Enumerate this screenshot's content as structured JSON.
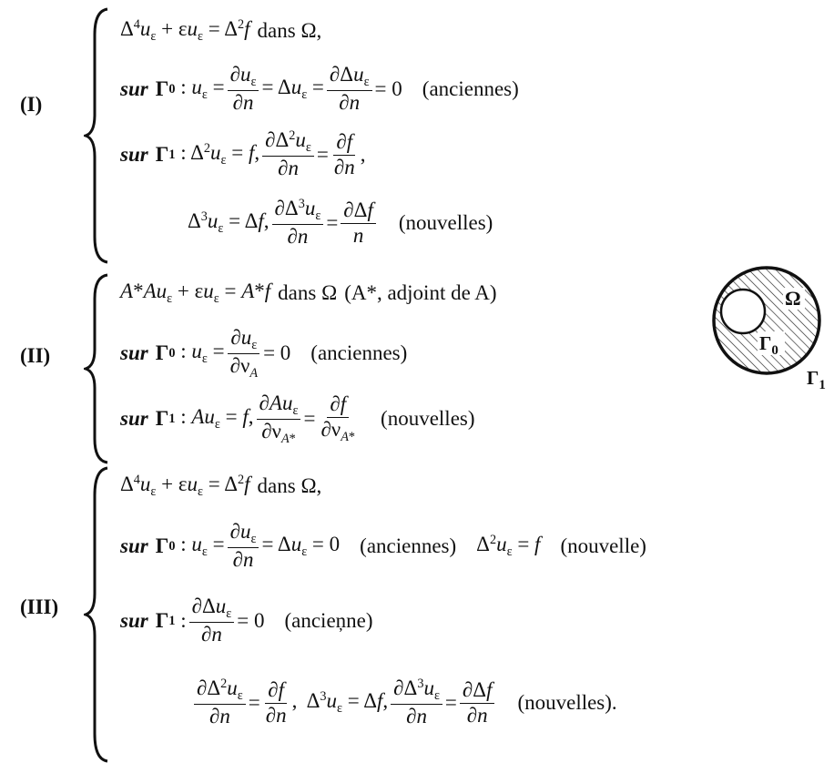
{
  "systems": [
    {
      "label": "(I)",
      "lines": [
        {
          "pre": "dans Ω,"
        },
        {
          "kw": "sur",
          "gamma": "Γ",
          "sub": "0",
          "note": "(anciennes)"
        },
        {
          "kw": "sur",
          "gamma": "Γ",
          "sub": "1"
        },
        {
          "note": "(nouvelles)",
          "dtext": "n"
        }
      ]
    },
    {
      "label": "(II)",
      "lines": [
        {
          "pre": "dans Ω",
          "paren": "(A*, adjoint de A)"
        },
        {
          "kw": "sur",
          "gamma": "Γ",
          "sub": "0",
          "note": "(anciennes)"
        },
        {
          "kw": "sur",
          "gamma": "Γ",
          "sub": "1",
          "note": "(nouvelles)"
        }
      ]
    },
    {
      "label": "(III)",
      "lines": [
        {
          "pre": "dans Ω,"
        },
        {
          "kw": "sur",
          "gamma": "Γ",
          "sub": "0",
          "note": "(anciennes)",
          "note2": "(nouvelle)"
        },
        {
          "kw": "sur",
          "gamma": "Γ",
          "sub": "1",
          "note": "(ancieņne)"
        },
        {
          "note": "(nouvelles)."
        }
      ]
    }
  ],
  "figure": {
    "region": "Ω",
    "inner_boundary": "Γ",
    "inner_sub": "0",
    "outer_boundary": "Γ",
    "outer_sub": "1"
  }
}
